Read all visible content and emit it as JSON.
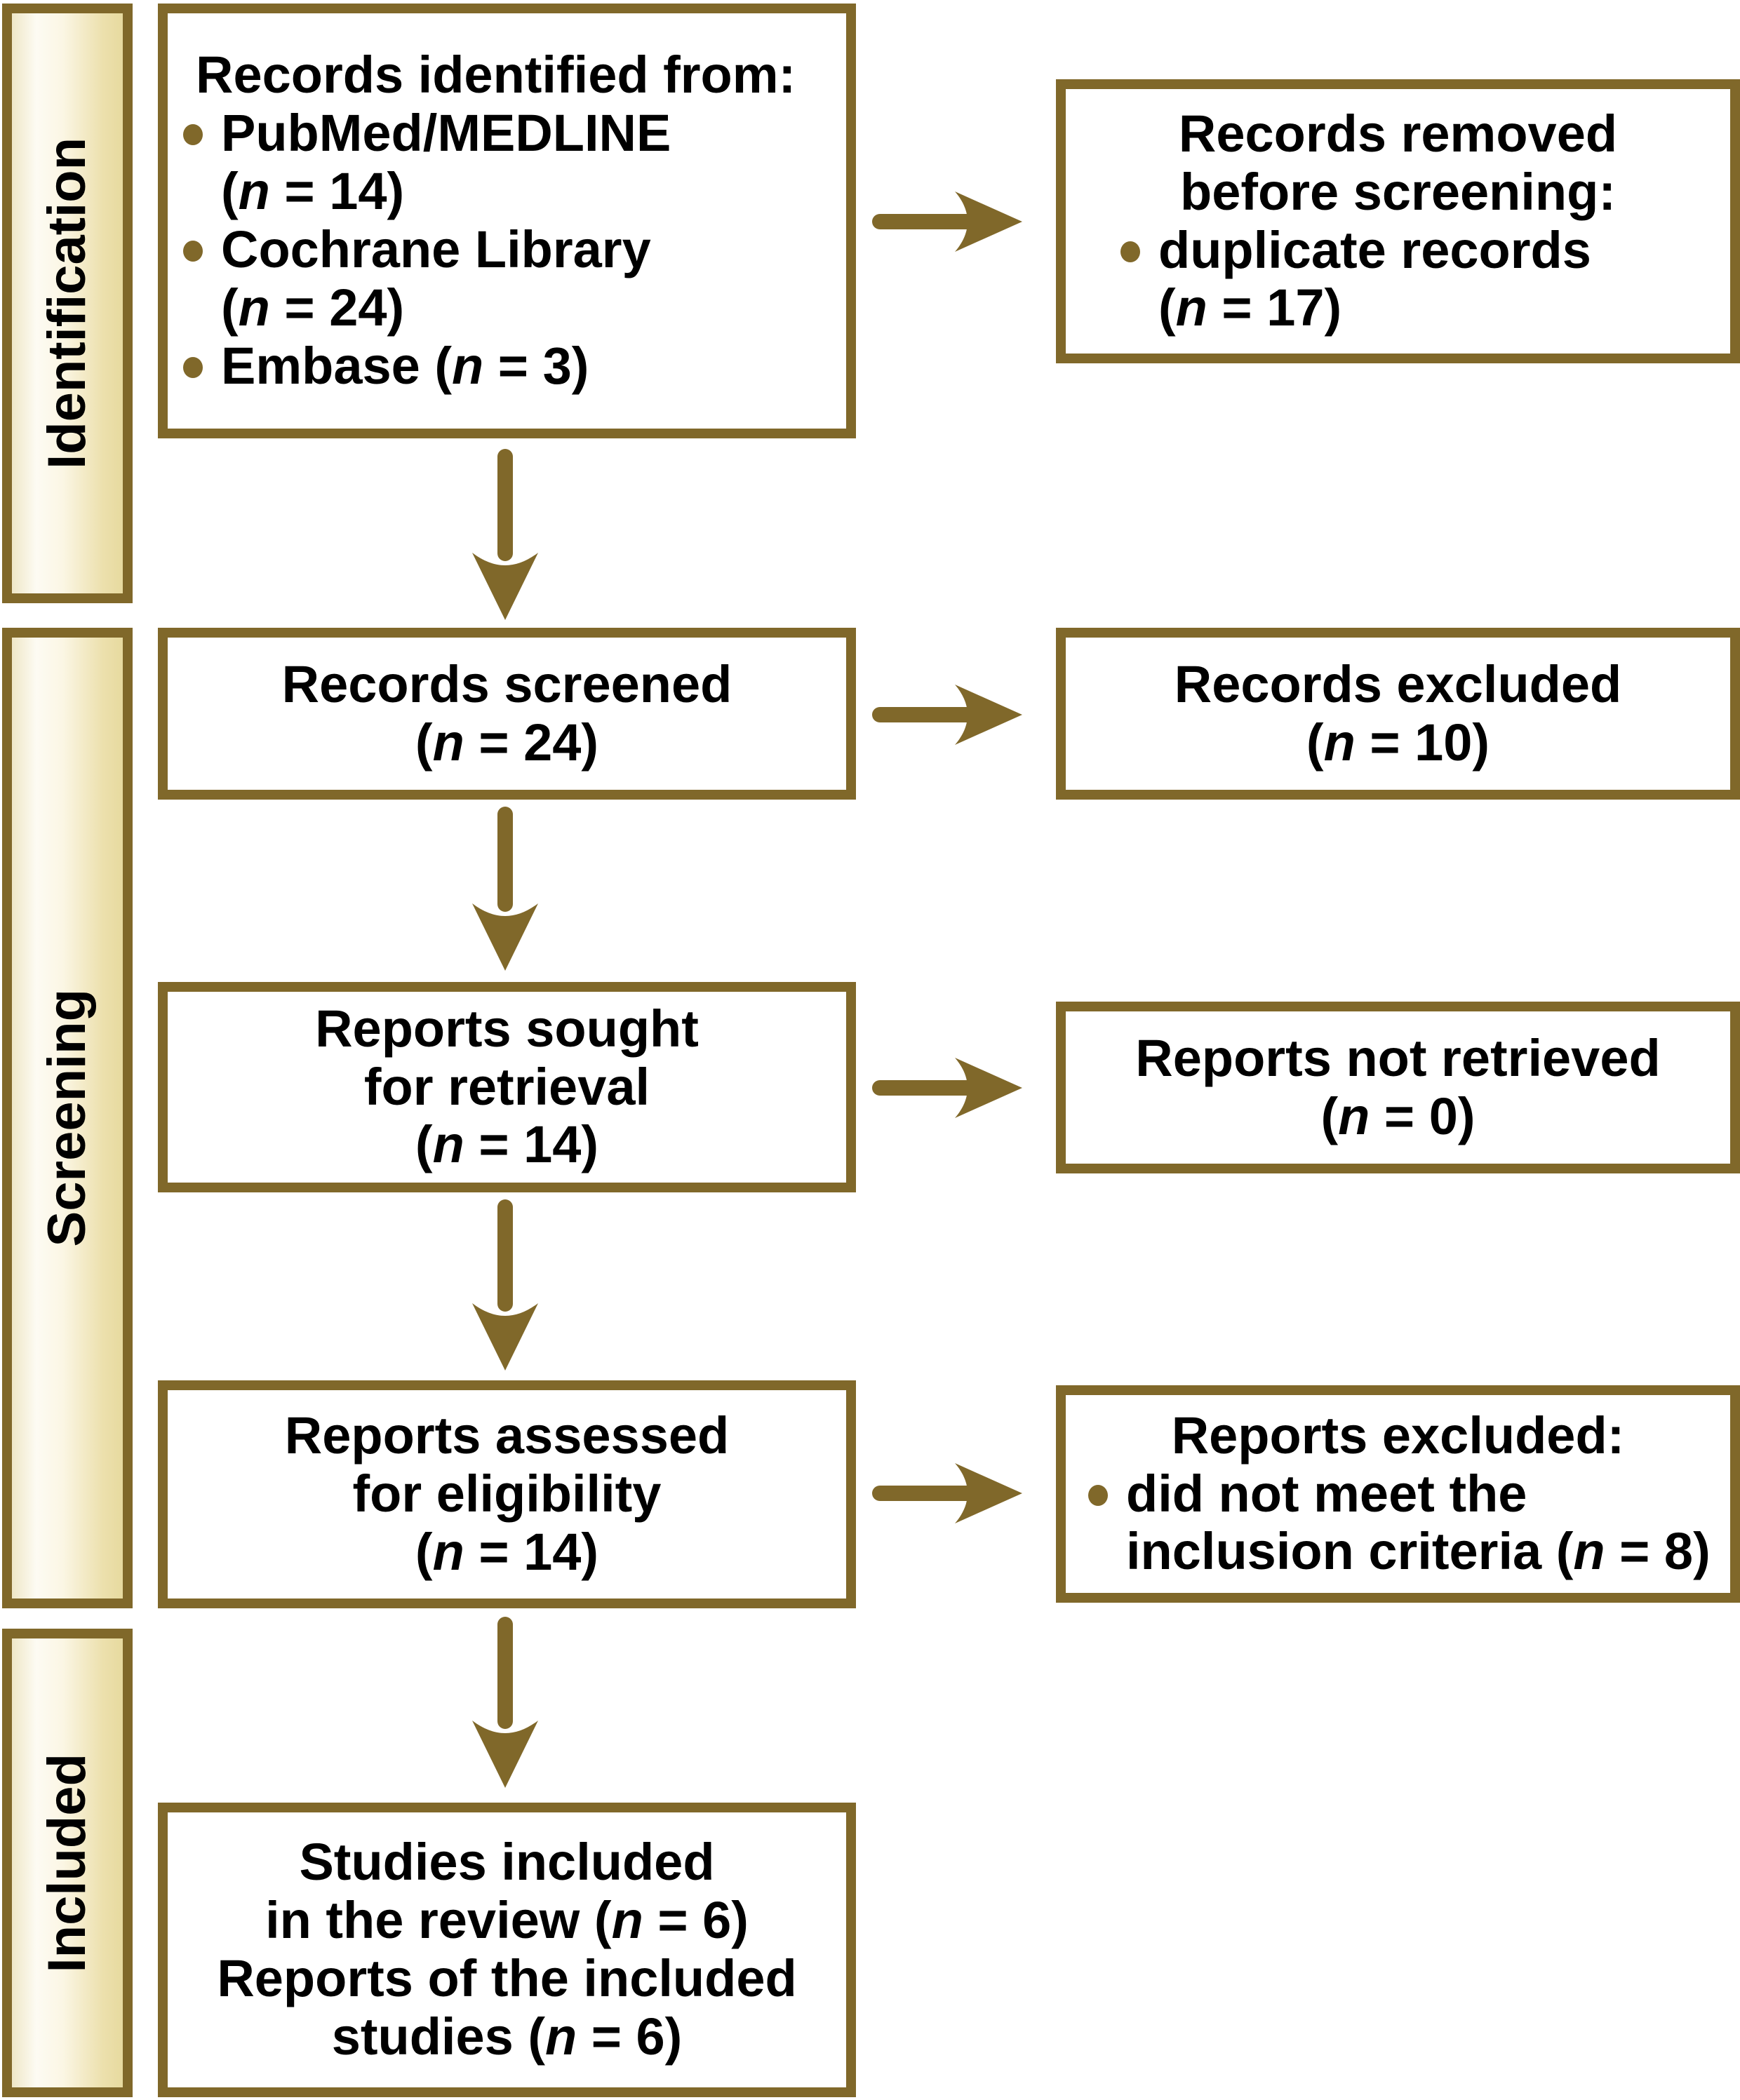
{
  "diagram": {
    "type": "PRISMA flow diagram",
    "accent_color": "#80682a",
    "band_fill_light": "#fdfbf3",
    "band_fill_dark": "#e7da9f",
    "box_fill": "#ffffff",
    "text_color": "#000000"
  },
  "stages": {
    "identification": "Identification",
    "screening": "Screening",
    "included": "Included"
  },
  "boxes": {
    "records_identified": {
      "title": "Records identified from:",
      "bullets": [
        "PubMed/MEDLINE\n(n = 14)",
        "Cochrane Library\n(n = 24)",
        "Embase (n = 3)"
      ]
    },
    "records_removed": {
      "title": "Records removed\nbefore screening:",
      "bullets": [
        "duplicate records\n(n = 17)"
      ]
    },
    "records_screened": {
      "title": "Records screened\n(n = 24)"
    },
    "records_excluded": {
      "title": "Records excluded\n(n = 10)"
    },
    "reports_sought": {
      "title": "Reports sought\nfor retrieval\n(n = 14)"
    },
    "reports_not_retrieved": {
      "title": "Reports not retrieved\n(n = 0)"
    },
    "reports_assessed": {
      "title": "Reports assessed\nfor eligibility\n(n = 14)"
    },
    "reports_excluded": {
      "title": "Reports excluded:",
      "bullets": [
        "did not meet the\ninclusion criteria (n = 8)"
      ]
    },
    "studies_included": {
      "title": "Studies included\nin the review (n = 6)\nReports of the included\nstudies (n = 6)"
    }
  },
  "counts": {
    "pubmed_medline": 14,
    "cochrane_library": 24,
    "embase": 3,
    "duplicate_records_removed": 17,
    "records_screened": 24,
    "records_excluded": 10,
    "reports_sought_for_retrieval": 14,
    "reports_not_retrieved": 0,
    "reports_assessed_for_eligibility": 14,
    "reports_excluded_inclusion_criteria": 8,
    "studies_included_in_review": 6,
    "reports_of_included_studies": 6
  },
  "arrows": {
    "identified_to_removed": "arrow-right",
    "identified_to_screened": "arrow-down",
    "screened_to_excluded": "arrow-right",
    "screened_to_sought": "arrow-down",
    "sought_to_not_retrieved": "arrow-right",
    "sought_to_assessed": "arrow-down",
    "assessed_to_excluded": "arrow-right",
    "assessed_to_included": "arrow-down"
  }
}
